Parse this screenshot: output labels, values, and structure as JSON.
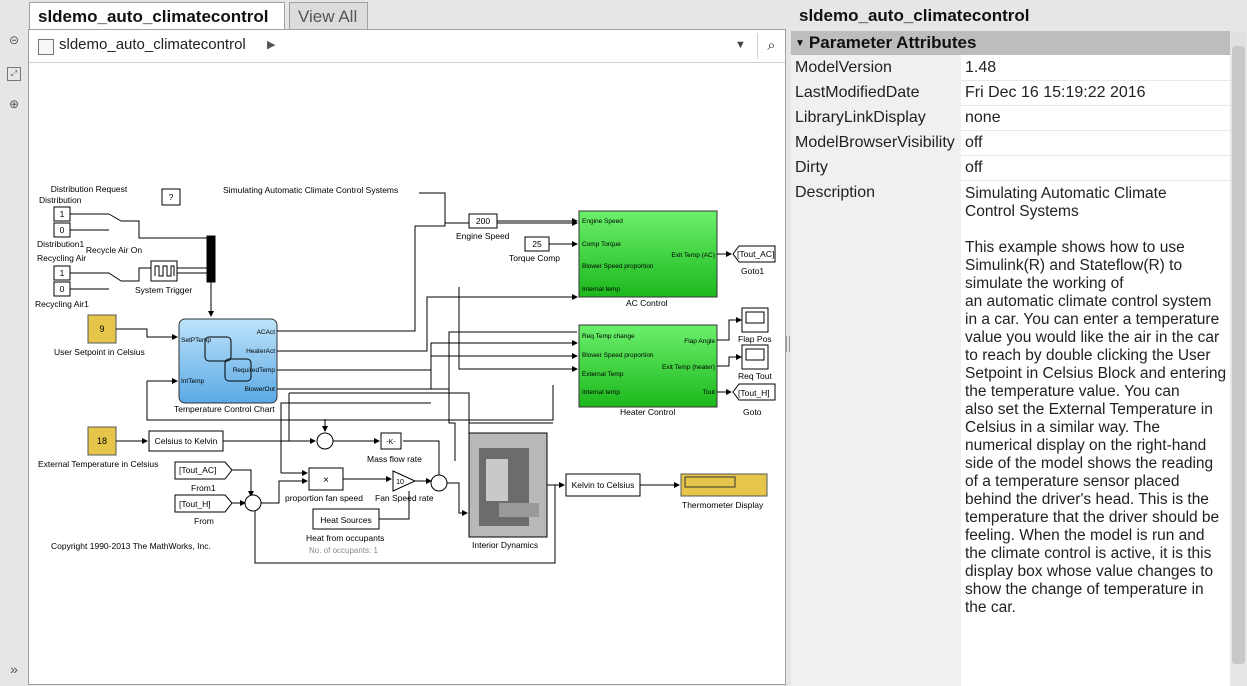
{
  "tabs": [
    {
      "label": "sldemo_auto_climatecontrol"
    },
    {
      "label": "View All"
    }
  ],
  "address": {
    "text": "sldemo_auto_climatecontrol"
  },
  "panel": {
    "title": "sldemo_auto_climatecontrol",
    "section": "Parameter Attributes",
    "rows": [
      {
        "key": "ModelVersion",
        "value": "1.48"
      },
      {
        "key": "LastModifiedDate",
        "value": "Fri Dec 16 15:19:22 2016"
      },
      {
        "key": "LibraryLinkDisplay",
        "value": "none"
      },
      {
        "key": "ModelBrowserVisibility",
        "value": "off"
      },
      {
        "key": "Dirty",
        "value": "off"
      },
      {
        "key": "Description",
        "value": "Simulating Automatic Climate\nControl Systems\n\nThis example shows how to use Simulink(R) and Stateflow(R) to simulate the working of\nan automatic climate control system in a car. You can enter a temperature\nvalue you would like the air in the car to reach by double clicking the User Setpoint in Celsius Block and entering the temperature value. You can\nalso set the External Temperature in Celsius in a similar way. The numerical display on the right-hand side of the model shows the reading of a temperature sensor placed behind the driver's head. This is the temperature that the driver should be feeling. When the model is run and\nthe climate control is active, it is this display box whose value changes to show the change of temperature in the car."
      }
    ]
  },
  "diagram": {
    "title": "Simulating Automatic Climate Control Systems",
    "copyright": "Copyright 1990-2013 The MathWorks, Inc.",
    "distribution": {
      "label": "Distribution",
      "value": "1",
      "label2": "Distribution1",
      "value2": "0",
      "switch_label": "Distribution Request"
    },
    "recycling": {
      "label": "Recycling Air",
      "value": "1",
      "label2": "Recycling Air1",
      "value2": "0",
      "switch_label": "Recycle Air On"
    },
    "help": "?",
    "system_trigger": "System Trigger",
    "user_setpoint": {
      "value": "9",
      "label": "User Setpoint in Celsius"
    },
    "external_temp": {
      "value": "18",
      "label": "External Temperature in Celsius"
    },
    "engine_speed": {
      "value": "200",
      "label": "Engine Speed"
    },
    "torque_comp": {
      "value": "25",
      "label": "Torque Comp"
    },
    "ac_control": {
      "label": "AC Control",
      "in1": "Engine Speed",
      "in2": "Comp Torque",
      "in3": "Blower Speed proportion",
      "in4": "Internal temp",
      "out": "Exit Temp (AC)"
    },
    "heater_control": {
      "label": "Heater Control",
      "in1": "Req Temp change",
      "in2": "Blower Speed proportion",
      "in3": "External Temp",
      "in4": "Internal temp",
      "out1": "Flap Angle",
      "out2": "Exit Temp (heater)",
      "out3": "Tout"
    },
    "chart": {
      "label": "Temperature Control Chart",
      "in1": "SetPTemp",
      "in2": "IntTemp",
      "out1": "ACAct",
      "out2": "HeaterAct",
      "out3": "RequiredTemp",
      "out4": "BlowerOut"
    },
    "goto1": {
      "tag": "[Tout_AC]",
      "label": "Goto1"
    },
    "goto": {
      "tag": "[Tout_H]",
      "label": "Goto"
    },
    "flap_pos": "Flap Pos",
    "req_tout": "Req Tout",
    "from1": {
      "tag": "[Tout_AC]",
      "label": "From1"
    },
    "from": {
      "tag": "[Tout_H]",
      "label": "From"
    },
    "celsius_kelvin": "Celsius to Kelvin",
    "kelvin_celsius": "Kelvin to Celsius",
    "mass_flow": {
      "value": "-K-",
      "label": "Mass flow rate"
    },
    "fan_speed": {
      "value": "10",
      "label": "Fan Speed rate"
    },
    "product": {
      "symbol": "×",
      "label": "proportion fan speed"
    },
    "heat_sources": {
      "label": "Heat Sources",
      "caption": "Heat from occupants",
      "sub": "No. of occupants: 1"
    },
    "interior": "Interior Dynamics",
    "thermometer": "Thermometer Display"
  }
}
